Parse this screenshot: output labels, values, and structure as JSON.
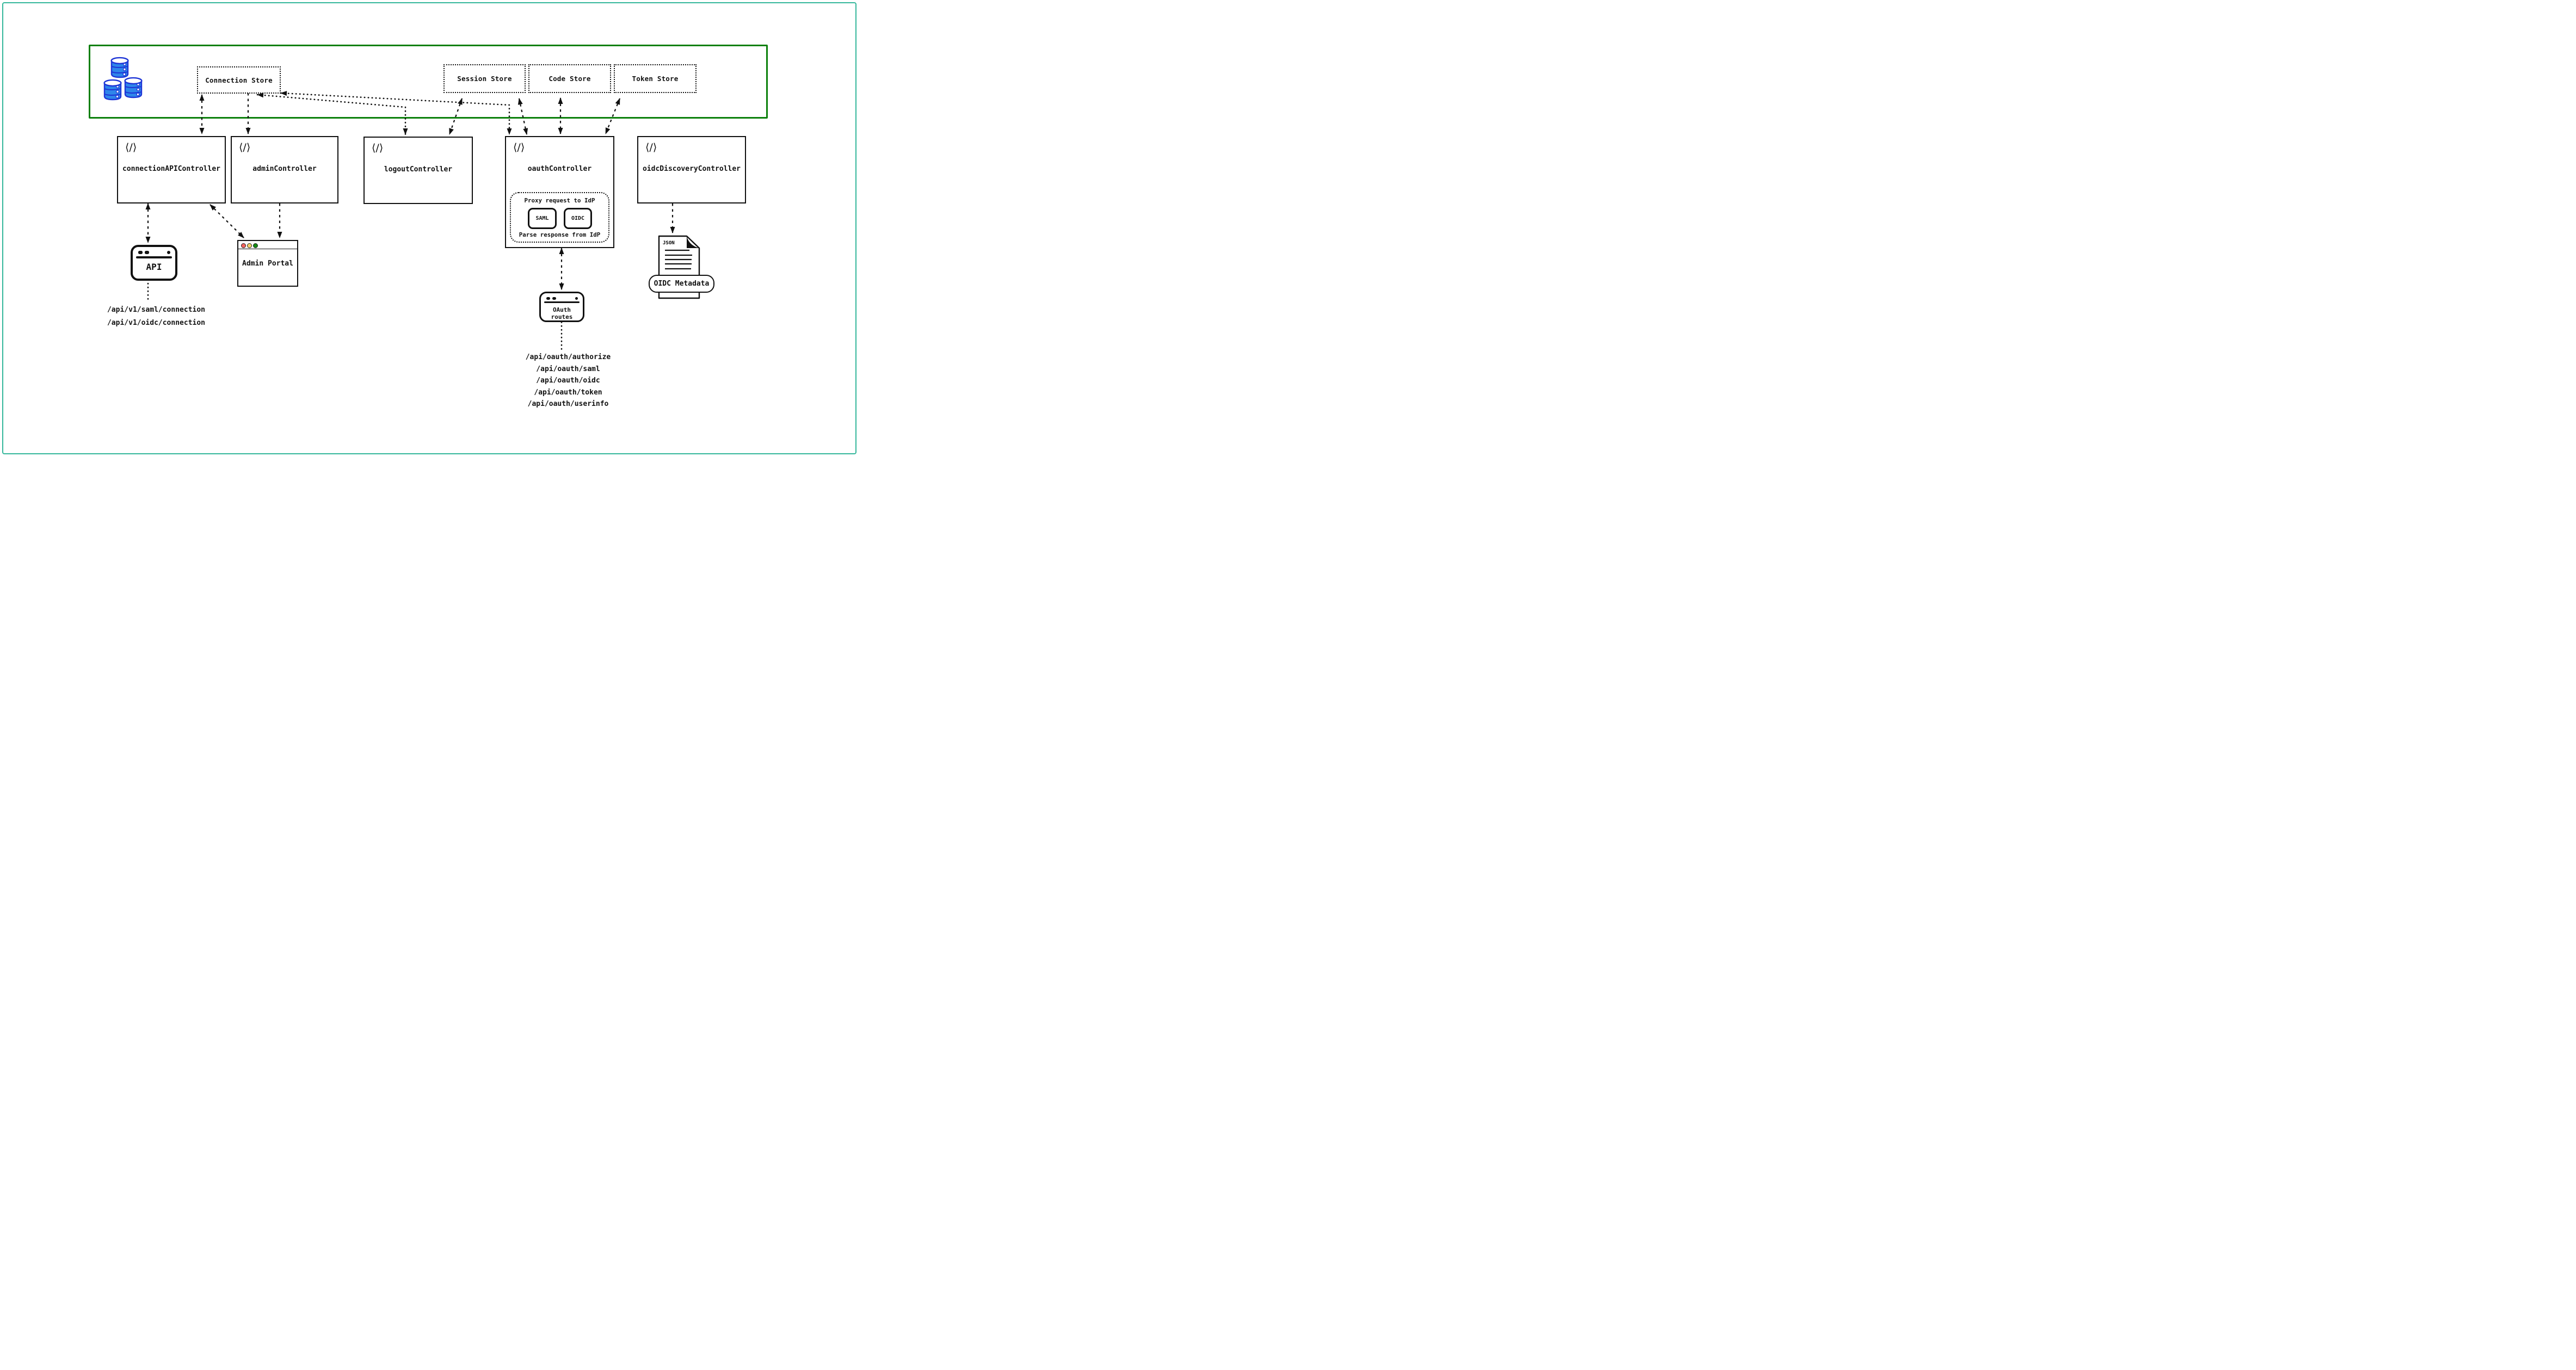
{
  "colors": {
    "outer_frame": "#35b79b",
    "store_zone_border": "#0c800c",
    "db_fill": "#2f86ea",
    "db_stroke": "#1e35d6",
    "traffic_red": "#f4645f",
    "traffic_yellow": "#f5d266",
    "traffic_green": "#138a13"
  },
  "stores": {
    "connection": "Connection Store",
    "session": "Session Store",
    "code": "Code Store",
    "token": "Token Store"
  },
  "icons": {
    "code_glyph": "⟨/⟩",
    "database": "database-cylinders"
  },
  "controllers": {
    "connection_api": "connectionAPIController",
    "admin": "adminController",
    "logout": "logoutController",
    "oauth": "oauthController",
    "oidc_discovery": "oidcDiscoveryController"
  },
  "oauth_inner": {
    "proxy_label": "Proxy request to IdP",
    "parse_label": "Parse response from IdP",
    "saml": "SAML",
    "oidc": "OIDC"
  },
  "api_window": {
    "label": "API"
  },
  "admin_portal": {
    "label": "Admin Portal"
  },
  "oauth_routes_window": {
    "label": "OAuth routes"
  },
  "oidc_metadata": {
    "file_type": "JSON",
    "label": "OIDC Metadata"
  },
  "endpoints_connection": [
    "/api/v1/saml/connection",
    "/api/v1/oidc/connection"
  ],
  "endpoints_oauth": [
    "/api/oauth/authorize",
    "/api/oauth/saml",
    "/api/oauth/oidc",
    "/api/oauth/token",
    "/api/oauth/userinfo"
  ]
}
